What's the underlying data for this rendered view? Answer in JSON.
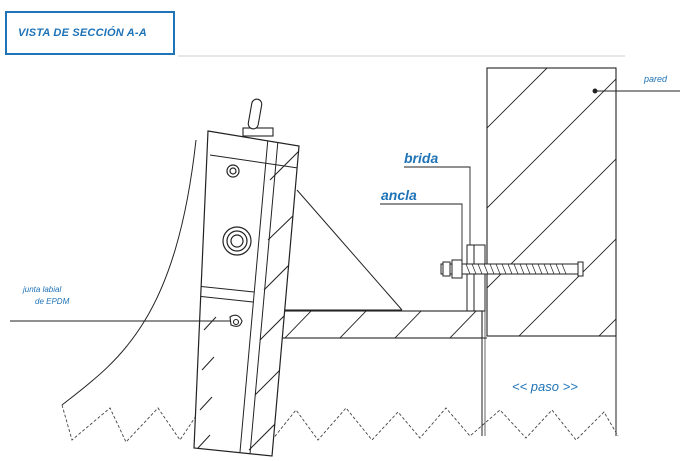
{
  "view": {
    "title": "VISTA DE SECCIÓN A-A"
  },
  "labels": {
    "wall": "pared",
    "flange": "brida",
    "anchor": "ancla",
    "seal_line1": "junta labial",
    "seal_line2": "de EPDM",
    "passage": "<< paso >>"
  },
  "colors": {
    "accent": "#1f73b7",
    "line": "#222222"
  }
}
